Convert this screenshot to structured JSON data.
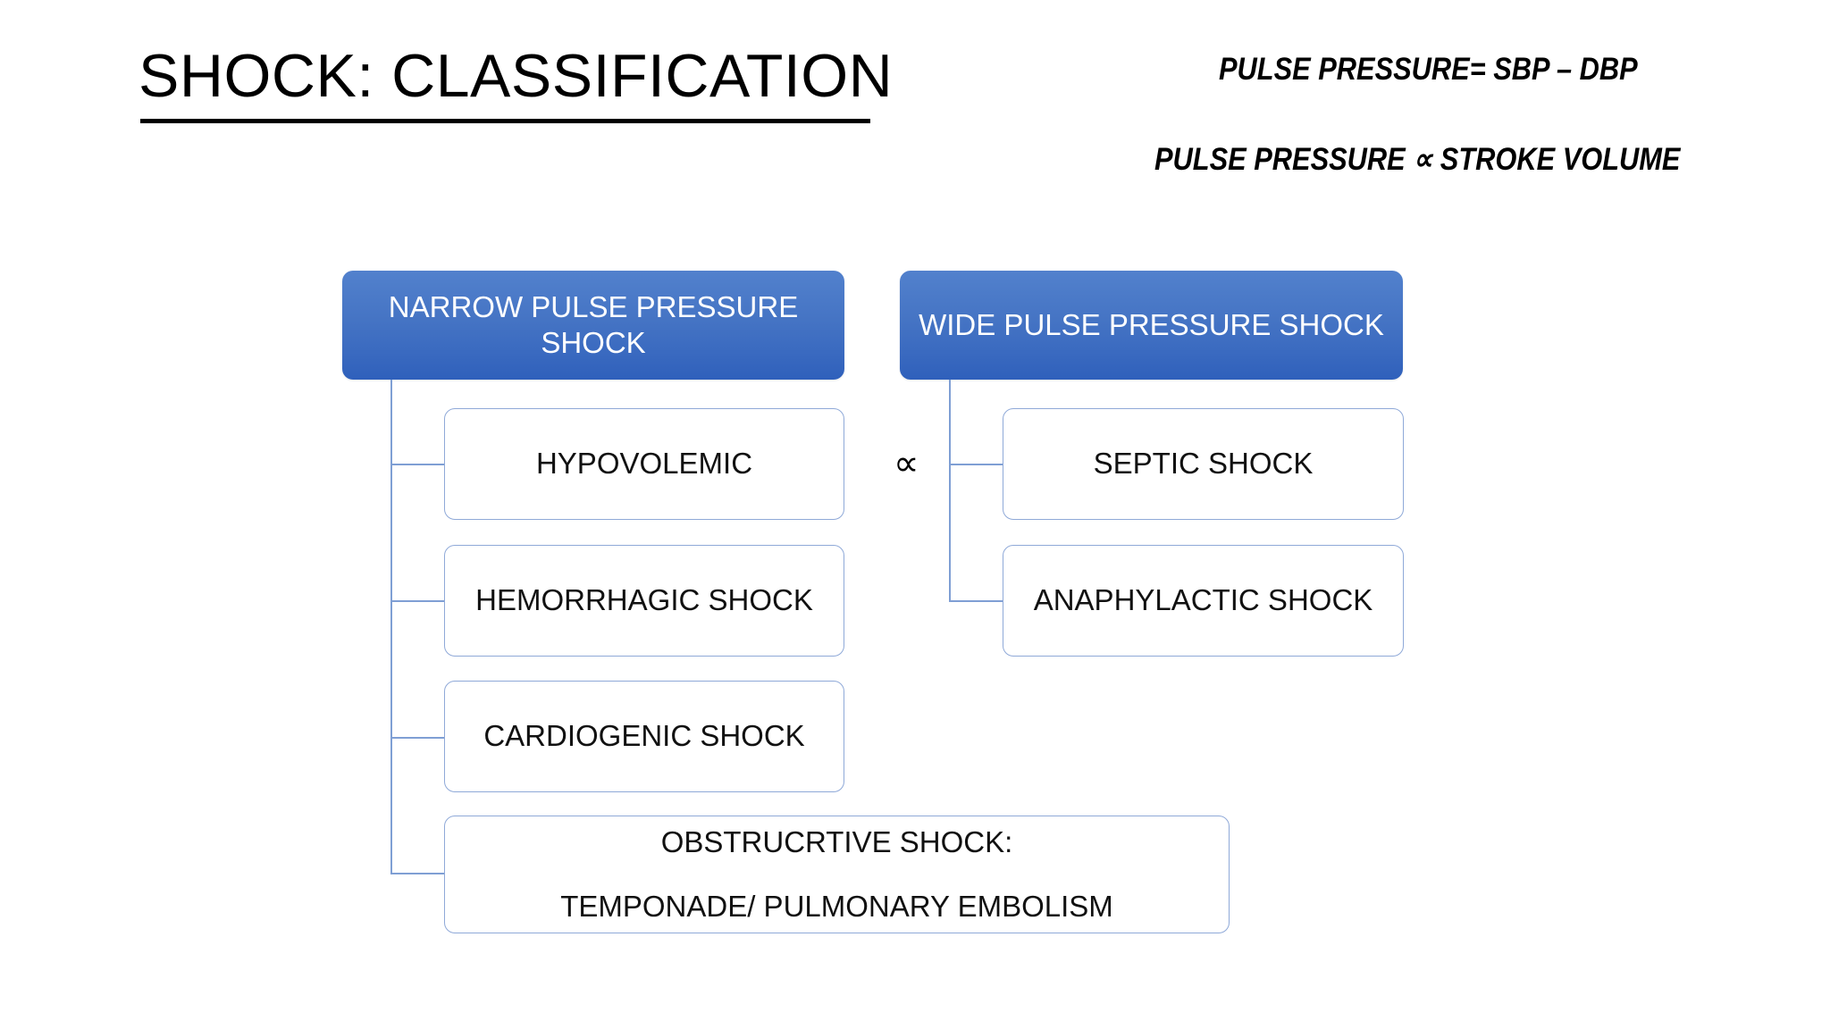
{
  "slide": {
    "title": "SHOCK: CLASSIFICATION",
    "formulas": [
      "PULSE PRESSURE= SBP – DBP",
      "PULSE PRESSURE ∝ STROKE VOLUME"
    ],
    "proportional_symbol": "∝",
    "colors": {
      "header_blue_top": "#5281cd",
      "header_blue_bottom": "#2f60bb",
      "leaf_border": "#8fa9d8",
      "connector": "#7f9fd4",
      "text_dark": "#111111",
      "text_light": "#ffffff",
      "background": "#ffffff"
    }
  },
  "chart_data": {
    "type": "diagram",
    "title": "SHOCK: CLASSIFICATION",
    "diagram_kind": "hierarchy-tree",
    "branches": [
      {
        "id": "narrow",
        "header": "NARROW PULSE PRESSURE SHOCK",
        "children": [
          "HYPOVOLEMIC",
          "HEMORRHAGIC SHOCK",
          "CARDIOGENIC SHOCK",
          "OBSTRUCRTIVE SHOCK: / TEMPONADE/ PULMONARY EMBOLISM"
        ]
      },
      {
        "id": "wide",
        "header": "WIDE PULSE PRESSURE SHOCK",
        "children": [
          "SEPTIC SHOCK",
          "ANAPHYLACTIC SHOCK"
        ]
      }
    ]
  },
  "left_column": {
    "header": "NARROW PULSE PRESSURE SHOCK",
    "header_line_1": "NARROW PULSE PRESSURE",
    "header_line_2": "SHOCK",
    "items": [
      {
        "label": "HYPOVOLEMIC"
      },
      {
        "label": "HEMORRHAGIC SHOCK"
      },
      {
        "label": "CARDIOGENIC SHOCK"
      }
    ],
    "obstructive": {
      "line_1": "OBSTRUCRTIVE SHOCK:",
      "line_2": "TEMPONADE/ PULMONARY EMBOLISM"
    }
  },
  "right_column": {
    "header": "WIDE PULSE PRESSURE SHOCK",
    "items": [
      {
        "label": "SEPTIC SHOCK"
      },
      {
        "label": "ANAPHYLACTIC SHOCK"
      }
    ]
  }
}
